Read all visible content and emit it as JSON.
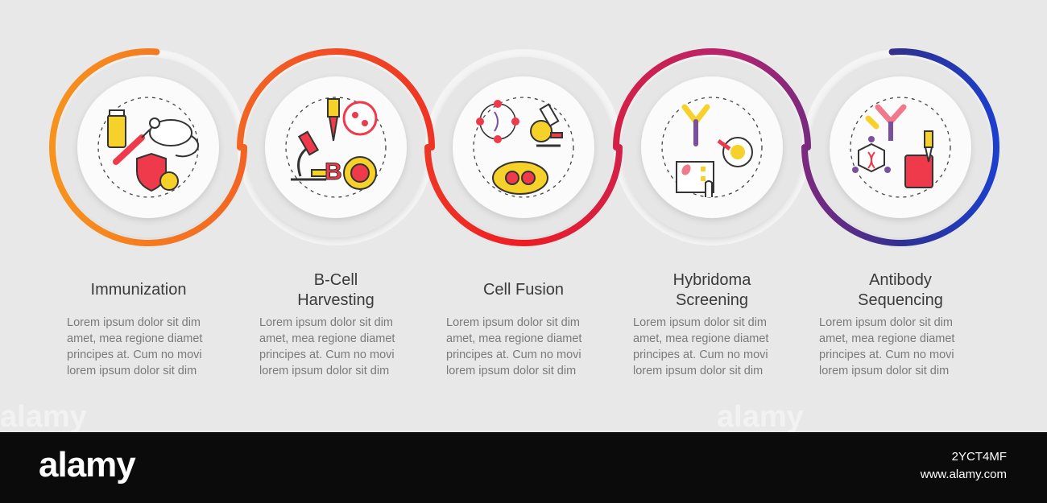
{
  "steps": [
    {
      "id": "immunization",
      "title_lines": [
        "Immunization"
      ],
      "desc_lines": [
        "Lorem ipsum dolor sit dim",
        "amet, mea regione diamet",
        "principes at. Cum no movi",
        "lorem ipsum dolor sit dim"
      ],
      "arc_color": "#f7941d"
    },
    {
      "id": "b-cell-harvesting",
      "title_lines": [
        "B-Cell",
        "Harvesting"
      ],
      "desc_lines": [
        "Lorem ipsum dolor sit dim",
        "amet, mea regione diamet",
        "principes at. Cum no movi",
        "lorem ipsum dolor sit dim"
      ],
      "arc_color": "#f15a24"
    },
    {
      "id": "cell-fusion",
      "title_lines": [
        "Cell Fusion"
      ],
      "desc_lines": [
        "Lorem ipsum dolor sit dim",
        "amet, mea regione diamet",
        "principes at. Cum no movi",
        "lorem ipsum dolor sit dim"
      ],
      "arc_color": "#ed1c24"
    },
    {
      "id": "hybridoma-screening",
      "title_lines": [
        "Hybridoma",
        "Screening"
      ],
      "desc_lines": [
        "Lorem ipsum dolor sit dim",
        "amet, mea regione diamet",
        "principes at. Cum no movi",
        "lorem ipsum dolor sit dim"
      ],
      "arc_color": "#c1272d"
    },
    {
      "id": "antibody-sequencing",
      "title_lines": [
        "Antibody",
        "Sequencing"
      ],
      "desc_lines": [
        "Lorem ipsum dolor sit dim",
        "amet, mea regione diamet",
        "principes at. Cum no movi",
        "lorem ipsum dolor sit dim"
      ],
      "arc_color": "#2e3192"
    }
  ],
  "gradient_colors": [
    "#f7941d",
    "#f15a24",
    "#ed1c24",
    "#b5246f",
    "#2e3192",
    "#1c3fcf"
  ],
  "icon_colors": {
    "outline": "#333333",
    "red": "#ee3a4a",
    "yellow": "#f5d12a",
    "purple": "#7b4fa0",
    "pink": "#f07a8a"
  },
  "footer": {
    "logo": "alamy",
    "image_id": "2YCT4MF",
    "url": "www.alamy.com"
  },
  "watermark": "alamy"
}
